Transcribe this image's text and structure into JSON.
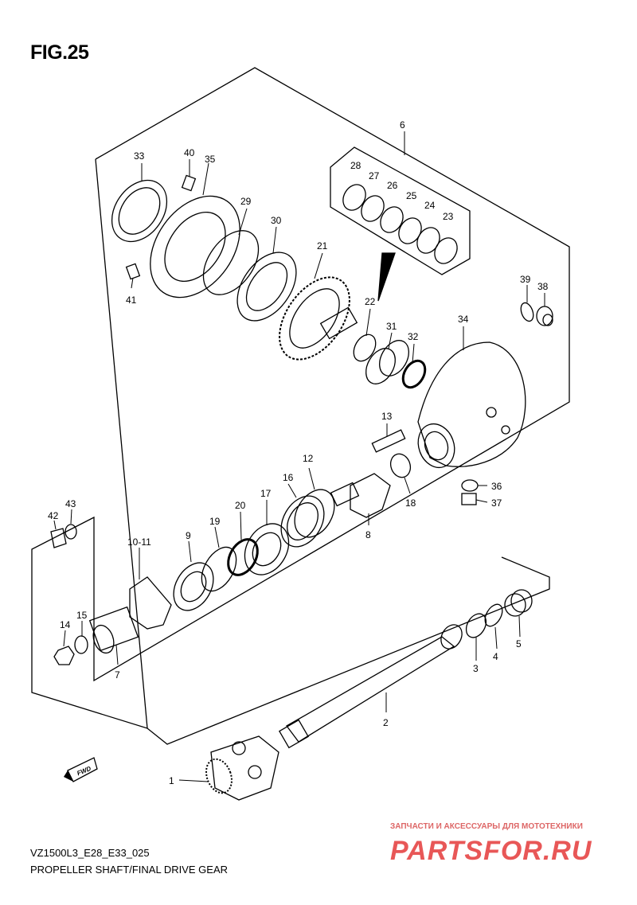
{
  "figure": {
    "title": "FIG.25",
    "model_code": "VZ1500L3_E28_E33_025",
    "caption": "PROPELLER SHAFT/FINAL DRIVE GEAR",
    "direction_marker": "FWD"
  },
  "watermark": {
    "top_text": "ЗАПЧАСТИ И АКСЕССУАРЫ ДЛЯ МОТОТЕХНИКИ",
    "logo_text": "PARTSFOR.RU",
    "color": "#e53a3a"
  },
  "callouts": {
    "c1": "1",
    "c2": "2",
    "c3": "3",
    "c4": "4",
    "c5": "5",
    "c6": "6",
    "c7": "7",
    "c8": "8",
    "c9": "9",
    "c10": "10-11",
    "c12": "12",
    "c13": "13",
    "c14": "14",
    "c15": "15",
    "c16": "16",
    "c17": "17",
    "c18": "18",
    "c19": "19",
    "c20": "20",
    "c21": "21",
    "c22": "22",
    "c23": "23",
    "c24": "24",
    "c25": "25",
    "c26": "26",
    "c27": "27",
    "c28": "28",
    "c29": "29",
    "c30": "30",
    "c31": "31",
    "c32": "32",
    "c33": "33",
    "c34": "34",
    "c35": "35",
    "c36": "36",
    "c37": "37",
    "c38": "38",
    "c39": "39",
    "c40": "40",
    "c41": "41",
    "c42": "42",
    "c43": "43"
  }
}
